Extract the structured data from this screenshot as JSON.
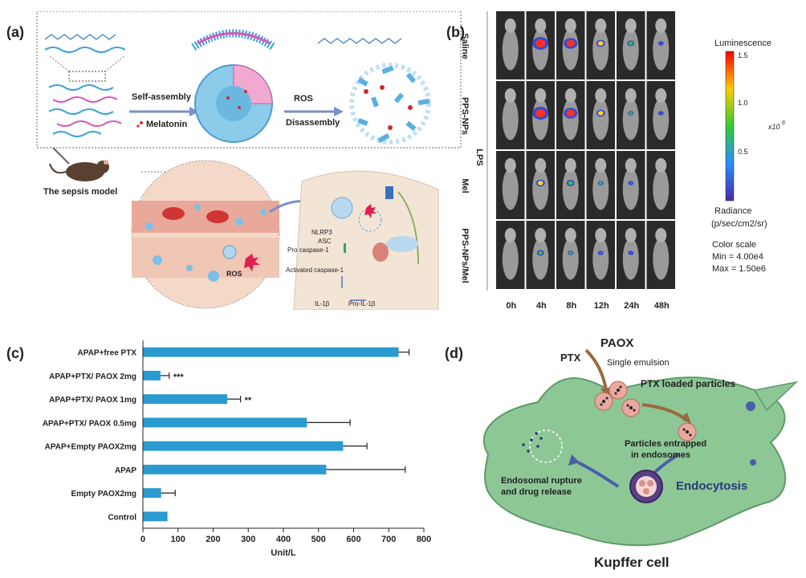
{
  "panels": {
    "a": {
      "letter": "(a)",
      "self_assembly": "Self-assembly",
      "melatonin": "Melatonin",
      "ros": "ROS",
      "disassembly": "Disassembly",
      "sepsis_model": "The sepsis model",
      "ros_small": "ROS",
      "nlrp3": "NLRP3",
      "asc": "ASC",
      "pro_caspase": "Pro caspase-1",
      "activated_caspase": "Activated caspase-1",
      "il1b": "IL-1β",
      "pro_il1b": "Pro-IL-1β"
    },
    "b": {
      "letter": "(b)",
      "lps": "LPS",
      "rows": [
        "Saline",
        "PPS-NPs",
        "Mel",
        "PPS-NPs/Mel"
      ],
      "timepoints": [
        "0h",
        "4h",
        "8h",
        "12h",
        "24h",
        "48h"
      ],
      "signal": [
        [
          0,
          1.0,
          0.85,
          0.55,
          0.45,
          0.08
        ],
        [
          0,
          1.0,
          0.85,
          0.55,
          0.35,
          0.08
        ],
        [
          0,
          0.55,
          0.5,
          0.35,
          0.18,
          0
        ],
        [
          0,
          0.45,
          0.35,
          0.2,
          0.12,
          0
        ]
      ],
      "colorbar_title": "Luminescence",
      "colorbar_ticks": [
        "1.5",
        "1.0",
        "0.5"
      ],
      "colorbar_exp": "x10",
      "colorbar_exp_power": "6",
      "radiance_label": "Radiance",
      "radiance_unit": "(p/sec/cm2/sr)",
      "color_scale": "Color scale",
      "min": "Min = 4.00e4",
      "max": "Max = 1.50e6"
    },
    "d": {
      "letter": "(d)",
      "paox": "PAOX",
      "ptx": "PTX",
      "single_emulsion": "Single emulsion",
      "ptx_loaded": "PTX loaded particles",
      "entrapped_1": "Particles entrapped",
      "entrapped_2": "in endosomes",
      "rupture_1": "Endosomal rupture",
      "rupture_2": "and drug release",
      "endocytosis": "Endocytosis",
      "kupffer": "Kupffer cell"
    }
  },
  "chart_data": {
    "type": "bar",
    "orientation": "horizontal",
    "letter": "(c)",
    "categories": [
      "APAP+free PTX",
      "APAP+PTX/ PAOX 2mg",
      "APAP+PTX/ PAOX 1mg",
      "APAP+PTX/ PAOX 0.5mg",
      "APAP+Empty PAOX2mg",
      "APAP",
      "Empty PAOX2mg",
      "Control"
    ],
    "values": [
      728,
      50,
      240,
      467,
      570,
      522,
      52,
      70
    ],
    "errors": [
      30,
      25,
      38,
      123,
      68,
      225,
      40,
      0
    ],
    "significance": [
      "",
      "***",
      "**",
      "",
      "",
      "",
      "",
      ""
    ],
    "xlabel": "Unit/L",
    "xlim": [
      0,
      800
    ],
    "xticks": [
      0,
      100,
      200,
      300,
      400,
      500,
      600,
      700,
      800
    ],
    "bar_color": "#2a9bd0"
  },
  "colors": {
    "bar": "#2a9bd0",
    "cell_green": "#7fbf8a",
    "endosome_purple": "#5a3f86",
    "particle_pink": "#e8a9a0",
    "arrow_blue": "#7a8fcc",
    "arrow_brown": "#9a6a3f"
  }
}
